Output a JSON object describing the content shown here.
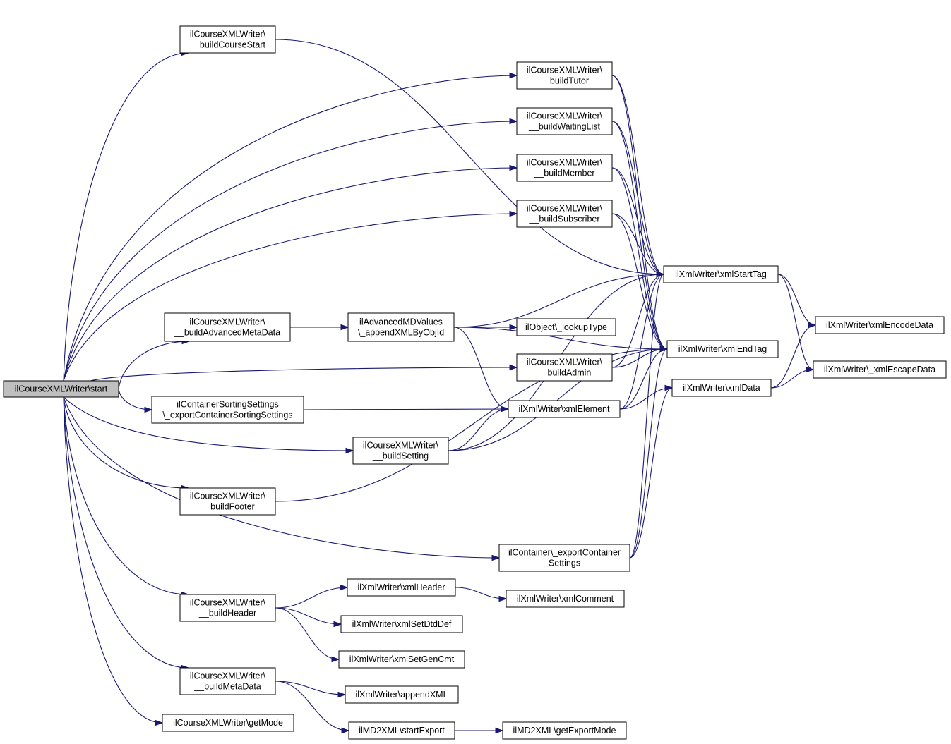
{
  "graph": {
    "nodes": [
      {
        "id": "start",
        "lines": [
          "ilCourseXMLWriter\\start"
        ],
        "root": true
      },
      {
        "id": "courseStart",
        "lines": [
          "ilCourseXMLWriter\\",
          "__buildCourseStart"
        ]
      },
      {
        "id": "tutor",
        "lines": [
          "ilCourseXMLWriter\\",
          "__buildTutor"
        ]
      },
      {
        "id": "waiting",
        "lines": [
          "ilCourseXMLWriter\\",
          "__buildWaitingList"
        ]
      },
      {
        "id": "member",
        "lines": [
          "ilCourseXMLWriter\\",
          "__buildMember"
        ]
      },
      {
        "id": "subscriber",
        "lines": [
          "ilCourseXMLWriter\\",
          "__buildSubscriber"
        ]
      },
      {
        "id": "advMeta",
        "lines": [
          "ilCourseXMLWriter\\",
          "__buildAdvancedMetaData"
        ]
      },
      {
        "id": "appendXMLByObjId",
        "lines": [
          "ilAdvancedMDValues",
          "\\_appendXMLByObjId"
        ]
      },
      {
        "id": "lookupType",
        "lines": [
          "ilObject\\_lookupType"
        ]
      },
      {
        "id": "admin",
        "lines": [
          "ilCourseXMLWriter\\",
          "__buildAdmin"
        ]
      },
      {
        "id": "sorting",
        "lines": [
          "ilContainerSortingSettings",
          "\\_exportContainerSortingSettings"
        ]
      },
      {
        "id": "xmlElement",
        "lines": [
          "ilXmlWriter\\xmlElement"
        ]
      },
      {
        "id": "setting",
        "lines": [
          "ilCourseXMLWriter\\",
          "__buildSetting"
        ]
      },
      {
        "id": "footer",
        "lines": [
          "ilCourseXMLWriter\\",
          "__buildFooter"
        ]
      },
      {
        "id": "exportContainer",
        "lines": [
          "ilContainer\\_exportContainer",
          "Settings"
        ]
      },
      {
        "id": "xmlStartTag",
        "lines": [
          "ilXmlWriter\\xmlStartTag"
        ]
      },
      {
        "id": "xmlEndTag",
        "lines": [
          "ilXmlWriter\\xmlEndTag"
        ]
      },
      {
        "id": "xmlData",
        "lines": [
          "ilXmlWriter\\xmlData"
        ]
      },
      {
        "id": "encodeData",
        "lines": [
          "ilXmlWriter\\xmlEncodeData"
        ]
      },
      {
        "id": "escapeData",
        "lines": [
          "ilXmlWriter\\_xmlEscapeData"
        ]
      },
      {
        "id": "header",
        "lines": [
          "ilCourseXMLWriter\\",
          "__buildHeader"
        ]
      },
      {
        "id": "xmlHeader",
        "lines": [
          "ilXmlWriter\\xmlHeader"
        ]
      },
      {
        "id": "xmlComment",
        "lines": [
          "ilXmlWriter\\xmlComment"
        ]
      },
      {
        "id": "dtdDef",
        "lines": [
          "ilXmlWriter\\xmlSetDtdDef"
        ]
      },
      {
        "id": "genCmt",
        "lines": [
          "ilXmlWriter\\xmlSetGenCmt"
        ]
      },
      {
        "id": "metaData",
        "lines": [
          "ilCourseXMLWriter\\",
          "__buildMetaData"
        ]
      },
      {
        "id": "appendXML",
        "lines": [
          "ilXmlWriter\\appendXML"
        ]
      },
      {
        "id": "startExport",
        "lines": [
          "ilMD2XML\\startExport"
        ]
      },
      {
        "id": "getExportMode",
        "lines": [
          "ilMD2XML\\getExportMode"
        ]
      },
      {
        "id": "getMode",
        "lines": [
          "ilCourseXMLWriter\\getMode"
        ]
      }
    ],
    "edges": [
      [
        "start",
        "courseStart"
      ],
      [
        "start",
        "tutor"
      ],
      [
        "start",
        "waiting"
      ],
      [
        "start",
        "member"
      ],
      [
        "start",
        "subscriber"
      ],
      [
        "start",
        "advMeta"
      ],
      [
        "start",
        "admin"
      ],
      [
        "start",
        "sorting"
      ],
      [
        "start",
        "setting"
      ],
      [
        "start",
        "footer"
      ],
      [
        "start",
        "exportContainer"
      ],
      [
        "start",
        "header"
      ],
      [
        "start",
        "metaData"
      ],
      [
        "start",
        "getMode"
      ],
      [
        "courseStart",
        "xmlStartTag"
      ],
      [
        "tutor",
        "xmlStartTag"
      ],
      [
        "tutor",
        "xmlEndTag"
      ],
      [
        "waiting",
        "xmlStartTag"
      ],
      [
        "waiting",
        "xmlEndTag"
      ],
      [
        "member",
        "xmlStartTag"
      ],
      [
        "member",
        "xmlEndTag"
      ],
      [
        "subscriber",
        "xmlStartTag"
      ],
      [
        "subscriber",
        "xmlEndTag"
      ],
      [
        "advMeta",
        "appendXMLByObjId"
      ],
      [
        "appendXMLByObjId",
        "lookupType"
      ],
      [
        "appendXMLByObjId",
        "xmlStartTag"
      ],
      [
        "appendXMLByObjId",
        "xmlEndTag"
      ],
      [
        "appendXMLByObjId",
        "xmlElement"
      ],
      [
        "admin",
        "xmlStartTag"
      ],
      [
        "admin",
        "xmlEndTag"
      ],
      [
        "sorting",
        "xmlElement"
      ],
      [
        "xmlElement",
        "xmlStartTag"
      ],
      [
        "xmlElement",
        "xmlEndTag"
      ],
      [
        "xmlElement",
        "xmlData"
      ],
      [
        "setting",
        "xmlElement"
      ],
      [
        "setting",
        "xmlStartTag"
      ],
      [
        "setting",
        "xmlEndTag"
      ],
      [
        "footer",
        "xmlEndTag"
      ],
      [
        "exportContainer",
        "xmlStartTag"
      ],
      [
        "exportContainer",
        "xmlEndTag"
      ],
      [
        "exportContainer",
        "xmlData"
      ],
      [
        "xmlStartTag",
        "encodeData"
      ],
      [
        "xmlStartTag",
        "escapeData"
      ],
      [
        "xmlData",
        "encodeData"
      ],
      [
        "xmlData",
        "escapeData"
      ],
      [
        "header",
        "xmlHeader"
      ],
      [
        "header",
        "dtdDef"
      ],
      [
        "header",
        "genCmt"
      ],
      [
        "xmlHeader",
        "xmlComment"
      ],
      [
        "metaData",
        "appendXML"
      ],
      [
        "metaData",
        "startExport"
      ],
      [
        "startExport",
        "getExportMode"
      ]
    ]
  }
}
